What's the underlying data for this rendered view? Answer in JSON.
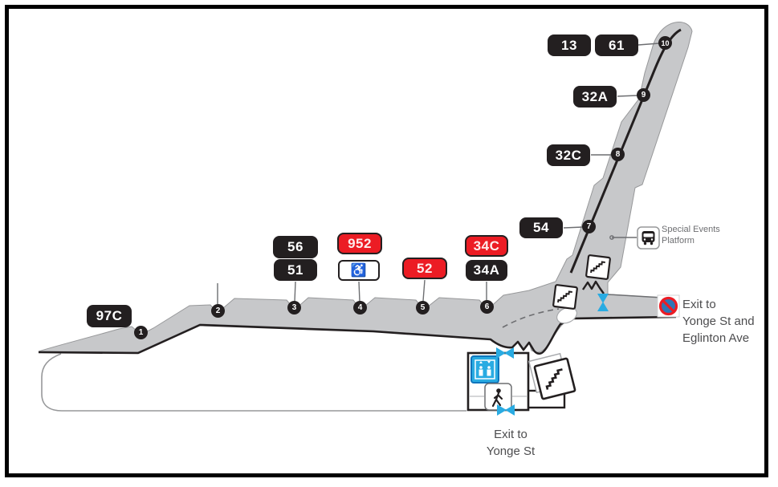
{
  "badges": {
    "r13": {
      "label": "13",
      "color": "#231f20"
    },
    "r61": {
      "label": "61",
      "color": "#231f20"
    },
    "r32A": {
      "label": "32A",
      "color": "#231f20"
    },
    "r32C": {
      "label": "32C",
      "color": "#231f20"
    },
    "r54": {
      "label": "54",
      "color": "#231f20"
    },
    "r56": {
      "label": "56",
      "color": "#231f20"
    },
    "r51": {
      "label": "51",
      "color": "#231f20"
    },
    "r952": {
      "label": "952",
      "color": "#ec1c24"
    },
    "r52": {
      "label": "52",
      "color": "#ec1c24"
    },
    "r34C": {
      "label": "34C",
      "color": "#ec1c24"
    },
    "r34A": {
      "label": "34A",
      "color": "#231f20"
    },
    "r97C": {
      "label": "97C",
      "color": "#231f20"
    }
  },
  "stops": {
    "s1": "1",
    "s2": "2",
    "s3": "3",
    "s4": "4",
    "s5": "5",
    "s6": "6",
    "s7": "7",
    "s8": "8",
    "s9": "9",
    "s10": "10"
  },
  "labels": {
    "special_events": {
      "line1": "Special Events",
      "line2": "Platform"
    },
    "exit_east": {
      "line1": "Exit to",
      "line2": "Yonge St and",
      "line3": "Eglinton Ave"
    },
    "exit_south": {
      "line1": "Exit to",
      "line2": "Yonge St"
    }
  },
  "icons": {
    "wheelchair_glyph": "♿",
    "names": [
      "wheelchair-icon",
      "stairs-icon",
      "elevator-icon",
      "walking-person-icon",
      "bus-icon",
      "no-stopping-icon",
      "door-marker-icon"
    ]
  },
  "colors": {
    "route_red": "#ec1c24",
    "route_black": "#231f20",
    "platform_gray": "#c7c8ca",
    "accessible_blue": "#29abe2",
    "sign_blue": "#2e76b6",
    "label_gray": "#4d4d4f"
  }
}
